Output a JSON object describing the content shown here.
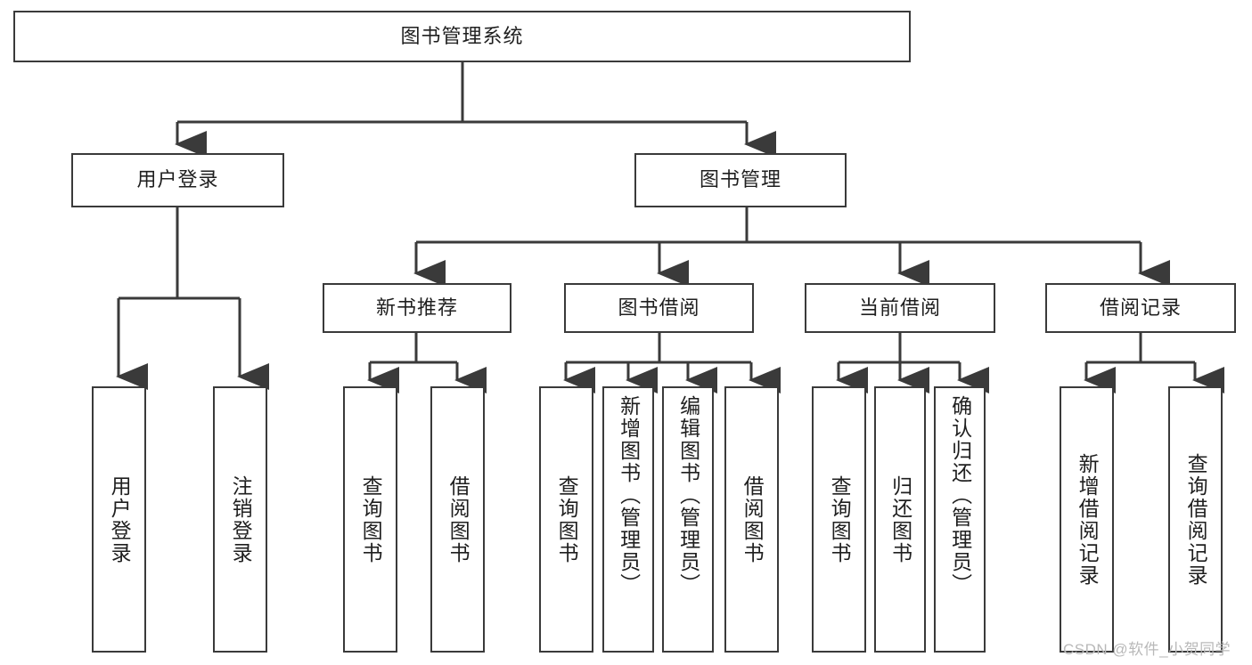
{
  "diagram": {
    "title": "图书管理系统",
    "type": "hierarchy-tree",
    "background_color": "#ffffff",
    "node_border_color": "#3a3a3a",
    "connector_color": "#3a3a3a",
    "text_color": "#1f1f1f"
  },
  "nodes": {
    "root": {
      "label": "图书管理系统"
    },
    "level1": [
      {
        "label": "用户登录"
      },
      {
        "label": "图书管理"
      }
    ],
    "level2": [
      {
        "label": "新书推荐"
      },
      {
        "label": "图书借阅"
      },
      {
        "label": "当前借阅"
      },
      {
        "label": "借阅记录"
      }
    ],
    "leaves": {
      "user_login": [
        {
          "label": "用户登录"
        },
        {
          "label": "注销登录"
        }
      ],
      "new_book_recommend": [
        {
          "label": "查询图书"
        },
        {
          "label": "借阅图书"
        }
      ],
      "book_borrow": [
        {
          "label": "查询图书"
        },
        {
          "label": "新增图书（管理员）"
        },
        {
          "label": "编辑图书（管理员）"
        },
        {
          "label": "借阅图书"
        }
      ],
      "current_borrow": [
        {
          "label": "查询图书"
        },
        {
          "label": "归还图书"
        },
        {
          "label": "确认归还（管理员）"
        }
      ],
      "borrow_record": [
        {
          "label": "新增借阅记录"
        },
        {
          "label": "查询借阅记录"
        }
      ]
    }
  },
  "watermark": {
    "text": "CSDN @软件_小贺同学"
  }
}
